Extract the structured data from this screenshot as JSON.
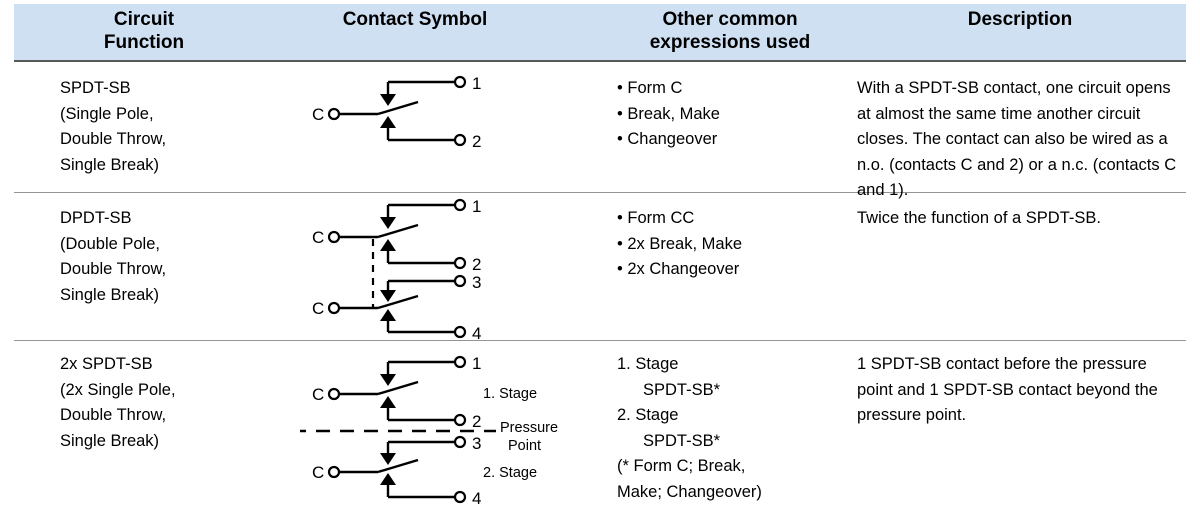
{
  "header": {
    "columns": [
      {
        "id": "circuit-function",
        "line1": "Circuit",
        "line2": "Function"
      },
      {
        "id": "contact-symbol",
        "line1": "Contact Symbol",
        "line2": ""
      },
      {
        "id": "other-common-expressions",
        "line1": "Other common",
        "line2": "expressions used"
      },
      {
        "id": "description",
        "line1": "Description",
        "line2": ""
      }
    ],
    "background_color": "#cfe0f3",
    "rule_color": "#58595b"
  },
  "rows": [
    {
      "id": "spdt-sb",
      "function": {
        "title": "SPDT-SB",
        "detail_lines": [
          "(Single Pole,",
          "Double Throw,",
          "Single Break)"
        ]
      },
      "symbol": {
        "type": "single-pole-double-throw",
        "common_terminals": [
          "C"
        ],
        "contacts": [
          "1",
          "2"
        ],
        "has_linkage": false,
        "has_pressure_point": false,
        "annotations": []
      },
      "expressions": [
        "• Form C",
        "• Break, Make",
        "• Changeover"
      ],
      "description": "With a SPDT-SB contact, one circuit opens at almost the same time another circuit closes. The contact can also be wired as a n.o. (contacts C and 2) or a n.c. (contacts C and 1)."
    },
    {
      "id": "dpdt-sb",
      "function": {
        "title": "DPDT-SB",
        "detail_lines": [
          "(Double Pole,",
          "Double Throw,",
          "Single Break)"
        ]
      },
      "symbol": {
        "type": "double-pole-double-throw",
        "common_terminals": [
          "C",
          "C"
        ],
        "contacts": [
          "1",
          "2",
          "3",
          "4"
        ],
        "has_linkage": true,
        "has_pressure_point": false,
        "annotations": []
      },
      "expressions": [
        "• Form CC",
        "• 2x Break, Make",
        "• 2x Changeover"
      ],
      "description": "Twice the function of a SPDT-SB."
    },
    {
      "id": "2x-spdt-sb",
      "function": {
        "title": "2x SPDT-SB",
        "detail_lines": [
          "(2x Single Pole,",
          "Double Throw,",
          "Single Break)"
        ]
      },
      "symbol": {
        "type": "two-stage-single-pole-double-throw",
        "common_terminals": [
          "C",
          "C"
        ],
        "contacts": [
          "1",
          "2",
          "3",
          "4"
        ],
        "has_linkage": false,
        "has_pressure_point": true,
        "annotations": [
          "1. Stage",
          "Pressure",
          "Point",
          "2. Stage"
        ]
      },
      "expressions": [
        "1. Stage",
        "SPDT-SB*",
        "2. Stage",
        "SPDT-SB*",
        "(* Form C; Break,",
        "Make; Changeover)"
      ],
      "description": "1 SPDT-SB contact before the pressure point and 1 SPDT-SB contact beyond the pressure point."
    }
  ]
}
